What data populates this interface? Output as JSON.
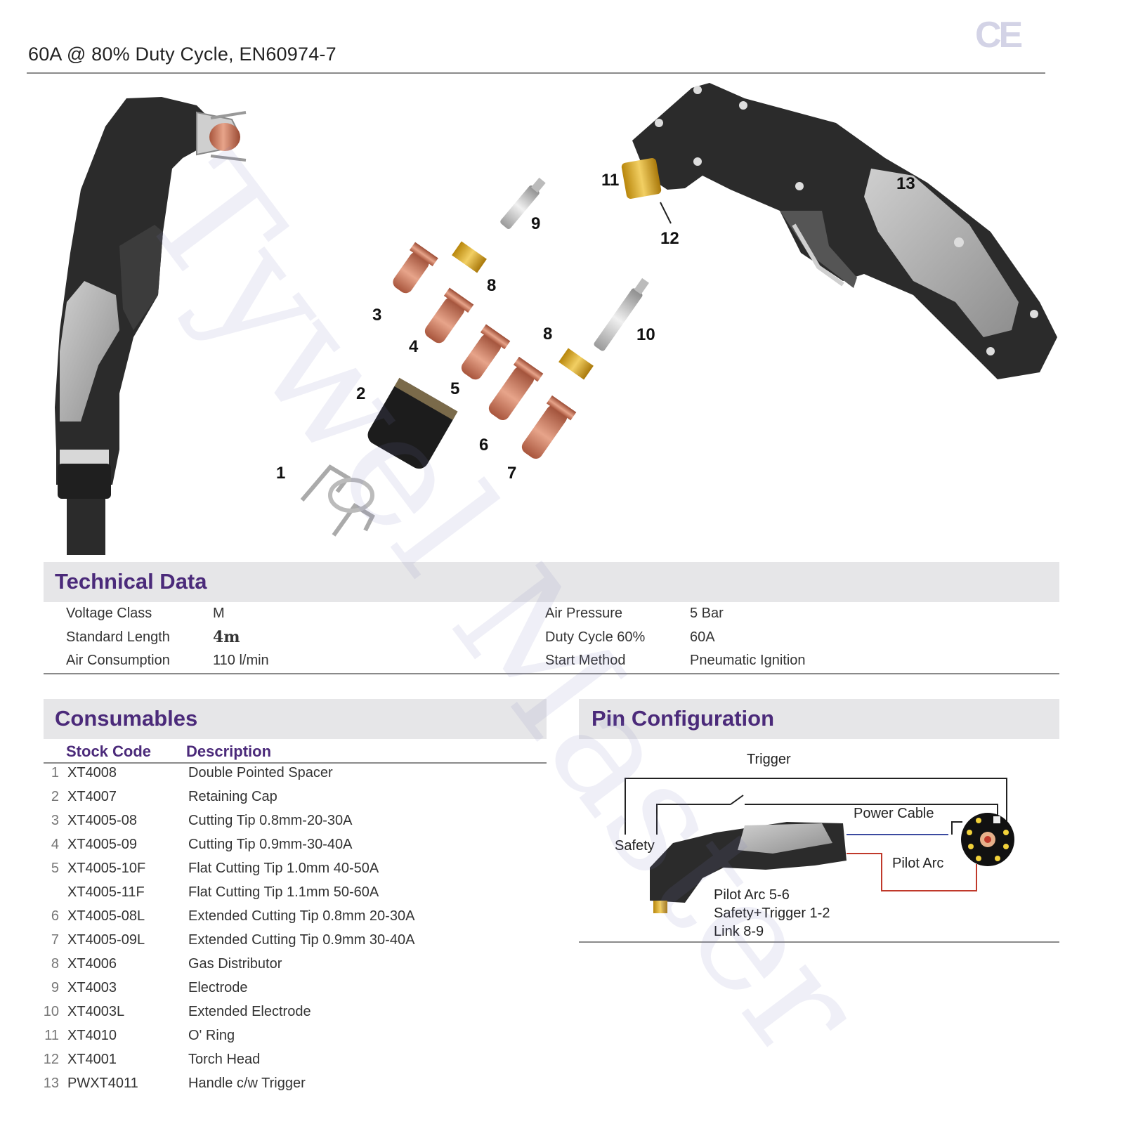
{
  "header": {
    "title": "60A @ 80% Duty Cycle, EN60974-7",
    "ce_mark": "CE"
  },
  "watermark": "Tywel Master",
  "exploded_view": {
    "callouts": [
      "1",
      "2",
      "3",
      "4",
      "5",
      "6",
      "7",
      "8",
      "8",
      "9",
      "10",
      "11",
      "12",
      "13"
    ]
  },
  "technical_data": {
    "title": "Technical Data",
    "rows_left": [
      {
        "label": "Voltage Class",
        "value": "M"
      },
      {
        "label": "Standard Length",
        "value": "4m"
      },
      {
        "label": "Air Consumption",
        "value": "110 l/min"
      }
    ],
    "rows_right": [
      {
        "label": "Air Pressure",
        "value": "5 Bar"
      },
      {
        "label": "Duty Cycle 60%",
        "value": "60A"
      },
      {
        "label": "Start Method",
        "value": "Pneumatic Ignition"
      }
    ]
  },
  "consumables": {
    "title": "Consumables",
    "col_code": "Stock Code",
    "col_desc": "Description",
    "rows": [
      {
        "num": "1",
        "code": "XT4008",
        "desc": "Double Pointed Spacer"
      },
      {
        "num": "2",
        "code": "XT4007",
        "desc": "Retaining Cap"
      },
      {
        "num": "3",
        "code": "XT4005-08",
        "desc": "Cutting Tip 0.8mm-20-30A"
      },
      {
        "num": "4",
        "code": "XT4005-09",
        "desc": "Cutting Tip 0.9mm-30-40A"
      },
      {
        "num": "5",
        "code": "XT4005-10F",
        "desc": "Flat Cutting Tip 1.0mm 40-50A"
      },
      {
        "num": "",
        "code": "XT4005-11F",
        "desc": "Flat Cutting Tip 1.1mm 50-60A"
      },
      {
        "num": "6",
        "code": "XT4005-08L",
        "desc": "Extended Cutting Tip 0.8mm 20-30A"
      },
      {
        "num": "7",
        "code": "XT4005-09L",
        "desc": "Extended Cutting Tip 0.9mm 30-40A"
      },
      {
        "num": "8",
        "code": "XT4006",
        "desc": "Gas Distributor"
      },
      {
        "num": "9",
        "code": "XT4003",
        "desc": "Electrode"
      },
      {
        "num": "10",
        "code": "XT4003L",
        "desc": "Extended Electrode"
      },
      {
        "num": "11",
        "code": "XT4010",
        "desc": "O' Ring"
      },
      {
        "num": "12",
        "code": "XT4001",
        "desc": "Torch Head"
      },
      {
        "num": "13",
        "code": "PWXT4011",
        "desc": "Handle c/w Trigger"
      }
    ]
  },
  "pin_configuration": {
    "title": "Pin Configuration",
    "trigger": "Trigger",
    "safety": "Safety",
    "power_cable": "Power Cable",
    "pilot_arc": "Pilot Arc",
    "notes": [
      "Pilot Arc 5-6",
      "Safety+Trigger 1-2",
      "Link 8-9"
    ]
  },
  "colors": {
    "heading": "#4b2a7a",
    "section_bar": "#e6e6e8",
    "copper": "#c9785a",
    "brass": "#d6a520",
    "torch_body": "#2b2b2b",
    "grip_grey": "#a9a9a9"
  }
}
